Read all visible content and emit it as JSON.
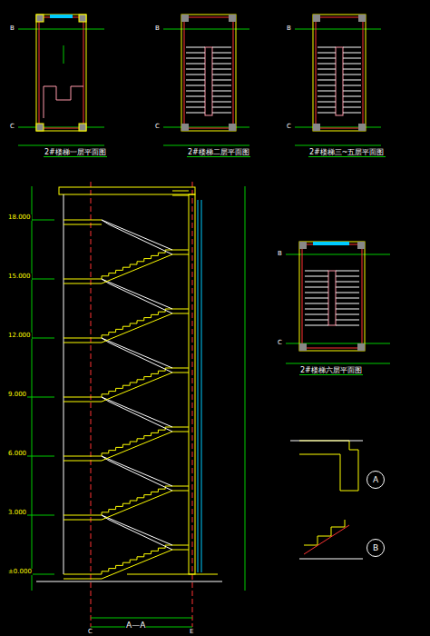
{
  "diagram": {
    "nodes": [
      {
        "text": [
          "A"
        ]
      },
      {
        "text": [
          "B"
        ]
      }
    ],
    "labels": [
      "2#楼梯一层平面图",
      "2#楼梯二层平面图",
      "2#楼梯三~五层平面图",
      "2#楼梯六层平面图",
      "A—A",
      "B",
      "C",
      "B",
      "C",
      "B",
      "C",
      "B",
      "C",
      "C",
      "E",
      "±0.000",
      "3.000",
      "6.000",
      "9.000",
      "12.000",
      "15.000",
      "18.000"
    ]
  }
}
